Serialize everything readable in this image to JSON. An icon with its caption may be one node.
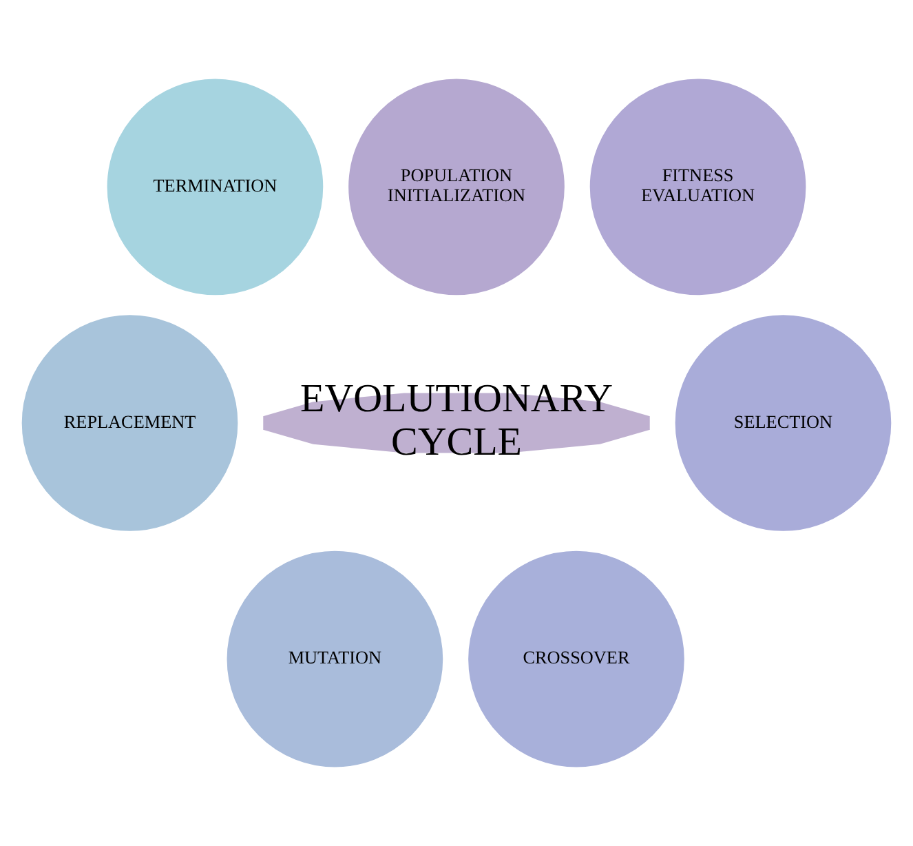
{
  "diagram": {
    "nodes": [
      {
        "text": [
          "EVOLUTIONARY CYCLE"
        ]
      },
      {
        "text": [
          "POPULATION INITIALIZATION"
        ]
      },
      {
        "text": [
          "FITNESS EVALUATION"
        ]
      },
      {
        "text": [
          "SELECTION"
        ]
      },
      {
        "text": [
          "CROSSOVER"
        ]
      },
      {
        "text": [
          "MUTATION"
        ]
      },
      {
        "text": [
          "REPLACEMENT"
        ]
      },
      {
        "text": [
          "TERMINATION"
        ]
      }
    ],
    "edges": []
  }
}
